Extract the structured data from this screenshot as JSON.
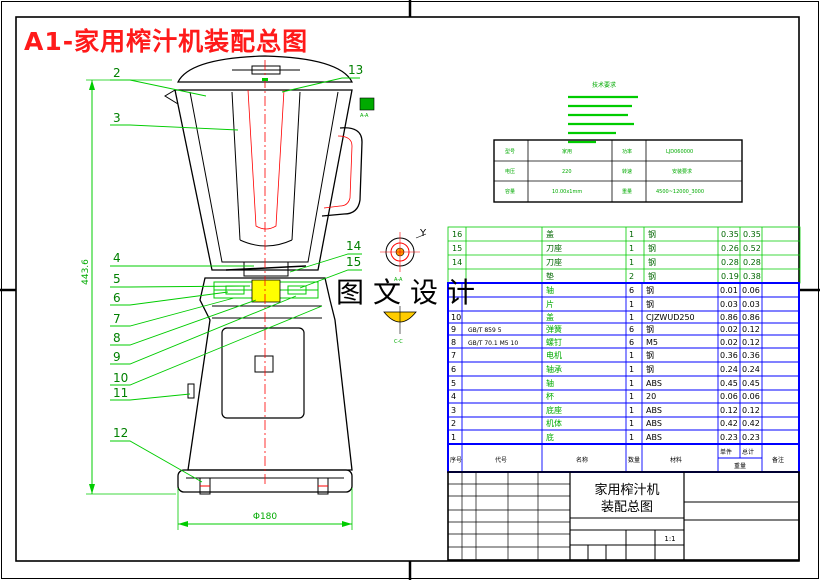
{
  "sheet_title": "A1-家用榨汁机装配总图",
  "watermark": "图文设计",
  "callouts": [
    "2",
    "3",
    "13",
    "4",
    "5",
    "6",
    "7",
    "8",
    "9",
    "10",
    "11",
    "12",
    "14",
    "15"
  ],
  "dimensions": {
    "height": "443.6",
    "width": "Φ180"
  },
  "section_symbol": "Y",
  "section_markers": [
    "A-A",
    "A-A",
    "C-C"
  ],
  "tech_req_title": "技术要求",
  "spec_table": [
    [
      "型号",
      "家用",
      "功率",
      "LJD060000"
    ],
    [
      "电压",
      "220",
      "转速",
      "安装要求"
    ],
    [
      "容量",
      "10.00x1mm",
      "重量",
      "4500~12000_3000"
    ]
  ],
  "bom_upper": [
    [
      "16",
      "",
      "盖",
      "1",
      "钢",
      "0.35",
      "0.35"
    ],
    [
      "15",
      "",
      "刀座",
      "1",
      "钢",
      "0.26",
      "0.52"
    ],
    [
      "14",
      "",
      "刀座",
      "1",
      "钢",
      "0.28",
      "0.28"
    ],
    [
      "",
      "",
      "垫",
      "2",
      "钢",
      "0.19",
      "0.38"
    ]
  ],
  "bom_lower": [
    [
      "",
      "",
      "轴",
      "6",
      "钢",
      "0.01",
      "0.06"
    ],
    [
      "",
      "",
      "片",
      "1",
      "钢",
      "0.03",
      "0.03"
    ],
    [
      "10",
      "",
      "盖",
      "1",
      "CJZWUD250",
      "0.86",
      "0.86"
    ],
    [
      "9",
      "GB/T 859 5",
      "弹簧",
      "6",
      "钢",
      "0.02",
      "0.12"
    ],
    [
      "8",
      "GB/T 70.1 M5 10",
      "螺钉",
      "6",
      "M5",
      "0.02",
      "0.12"
    ],
    [
      "7",
      "",
      "电机",
      "1",
      "钢",
      "0.36",
      "0.36"
    ],
    [
      "6",
      "",
      "轴承",
      "1",
      "钢",
      "0.24",
      "0.24"
    ],
    [
      "5",
      "",
      "轴",
      "1",
      "ABS",
      "0.45",
      "0.45"
    ],
    [
      "4",
      "",
      "杯",
      "1",
      "20",
      "0.06",
      "0.06"
    ],
    [
      "3",
      "",
      "底座",
      "1",
      "ABS",
      "0.12",
      "0.12"
    ],
    [
      "2",
      "",
      "机体",
      "1",
      "ABS",
      "0.42",
      "0.42"
    ],
    [
      "1",
      "",
      "底",
      "1",
      "ABS",
      "0.23",
      "0.23"
    ]
  ],
  "bom_header": [
    "序号",
    "代号",
    "名称",
    "数量",
    "材料",
    "单件",
    "总计",
    "重量",
    "备注"
  ],
  "title_block": {
    "title_line1": "家用榨汁机",
    "title_line2": "装配总图",
    "scale": "1:1"
  },
  "colors": {
    "frame": "#000000",
    "outline": "#000000",
    "center": "#ff0000",
    "leader": "#00cc00",
    "dimension": "#00cc00",
    "table_blue": "#0000ff",
    "table_green": "#00cc00",
    "highlight": "#ffff00",
    "title_red": "#ff1a1a"
  }
}
